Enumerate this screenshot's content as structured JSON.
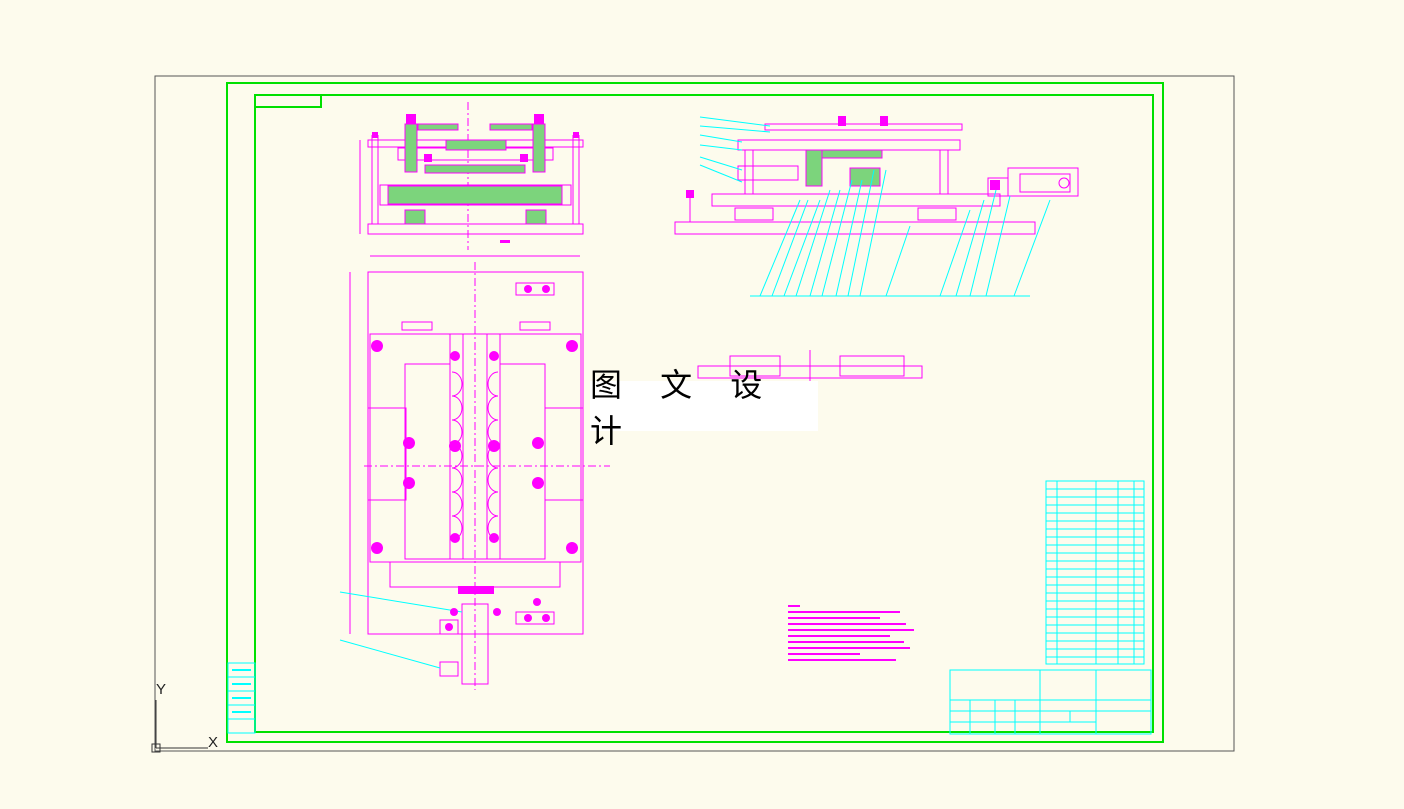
{
  "watermark": "图 文 设 计",
  "ucs": {
    "x_label": "X",
    "y_label": "Y"
  },
  "colors": {
    "background": "#fdfbed",
    "border": "#00e000",
    "part_lines": "#ff00ff",
    "dimension_lines": "#00ffff",
    "section_hatch": "#7cd47c"
  }
}
